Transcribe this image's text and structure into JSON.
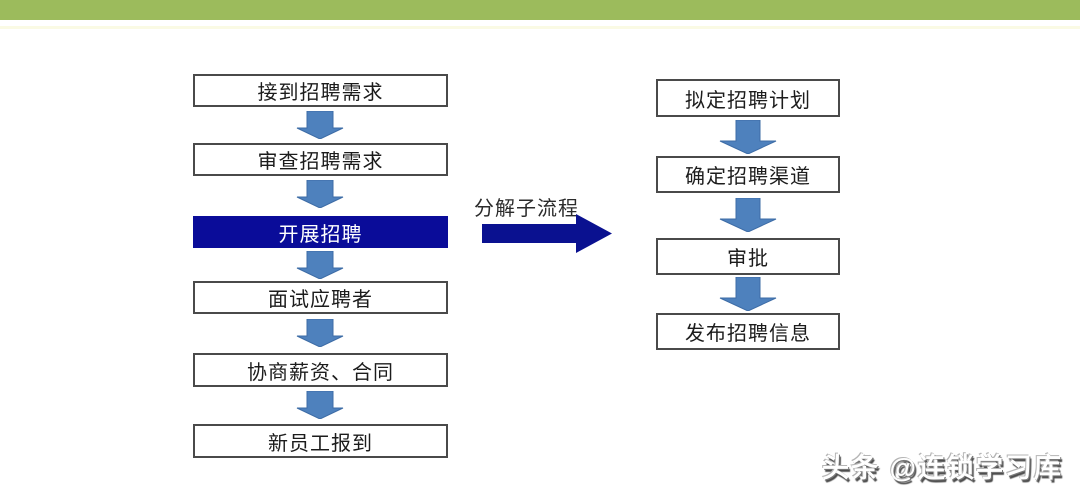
{
  "colors": {
    "header_green": "#9CBB5C",
    "accent_cream": "#FAFAE4",
    "arrow_blue": "#4E81BD",
    "arrow_blue_border": "#3D6CA6",
    "navy": "#0A0C99",
    "big_arrow_navy": "#0A1190",
    "box_border": "#4A4A4A",
    "box_text": "#1C1C1C"
  },
  "flowchart": {
    "connector_label": "分解子流程",
    "left_steps": [
      {
        "label": "接到招聘需求",
        "highlighted": false
      },
      {
        "label": "审查招聘需求",
        "highlighted": false
      },
      {
        "label": "开展招聘",
        "highlighted": true
      },
      {
        "label": "面试应聘者",
        "highlighted": false
      },
      {
        "label": "协商薪资、合同",
        "highlighted": false
      },
      {
        "label": "新员工报到",
        "highlighted": false
      }
    ],
    "right_steps": [
      {
        "label": "拟定招聘计划"
      },
      {
        "label": "确定招聘渠道"
      },
      {
        "label": "审批"
      },
      {
        "label": "发布招聘信息"
      }
    ]
  },
  "watermark": {
    "text": "头条 @连锁学习库"
  }
}
